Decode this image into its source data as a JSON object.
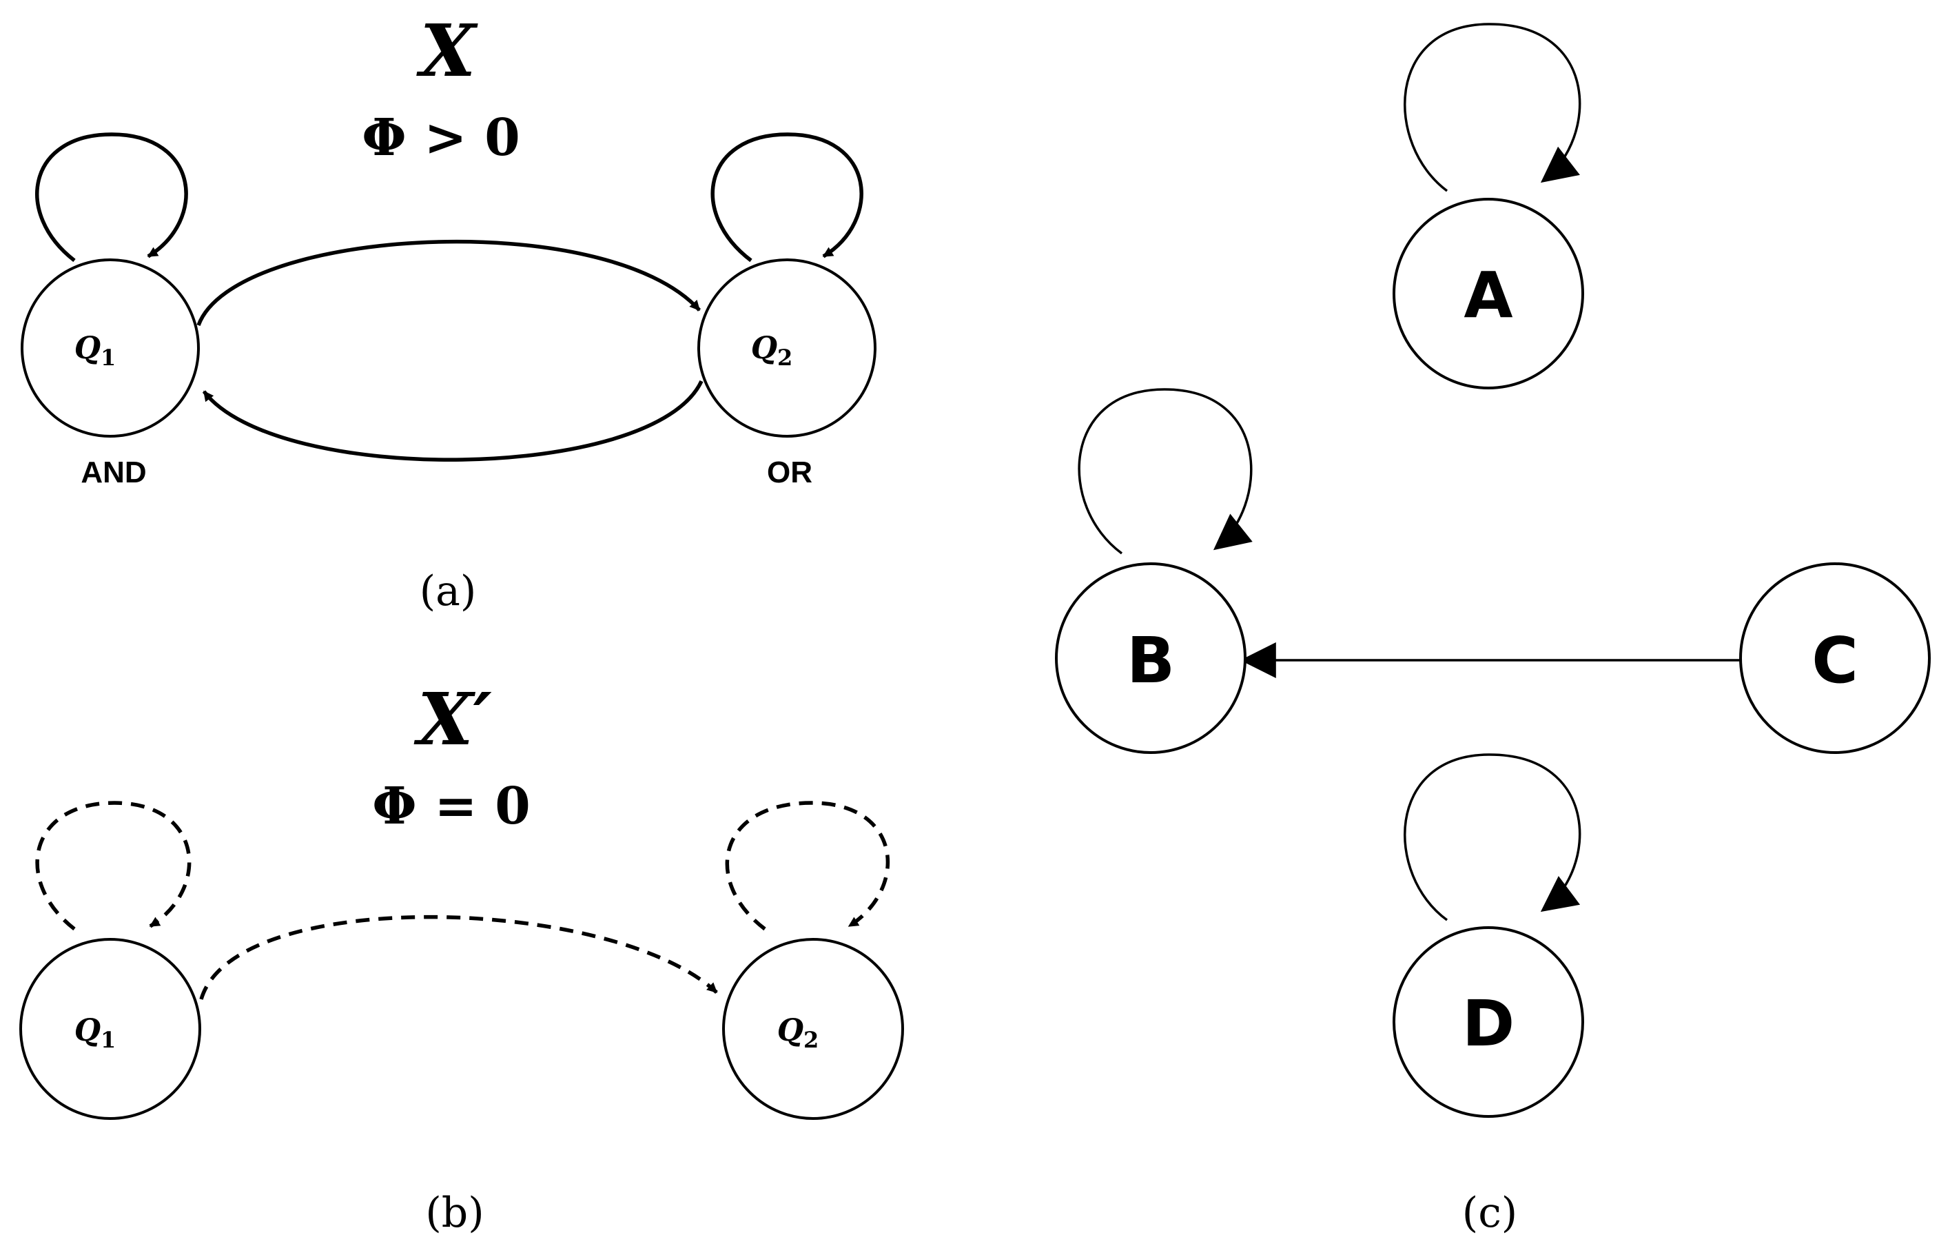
{
  "panel_a": {
    "title_var": "X",
    "phi_label": "Φ > 0",
    "node_q1": {
      "letter": "Q",
      "sub": "1"
    },
    "node_q2": {
      "letter": "Q",
      "sub": "2"
    },
    "label_q1": "AND",
    "label_q2": "OR",
    "caption": "(a)"
  },
  "panel_b": {
    "title_var": "X′",
    "phi_label": "Φ = 0",
    "node_q1": {
      "letter": "Q",
      "sub": "1"
    },
    "node_q2": {
      "letter": "Q",
      "sub": "2"
    },
    "caption": "(b)"
  },
  "panel_c": {
    "node_a": "A",
    "node_b": "B",
    "node_c": "C",
    "node_d": "D",
    "caption": "(c)"
  }
}
